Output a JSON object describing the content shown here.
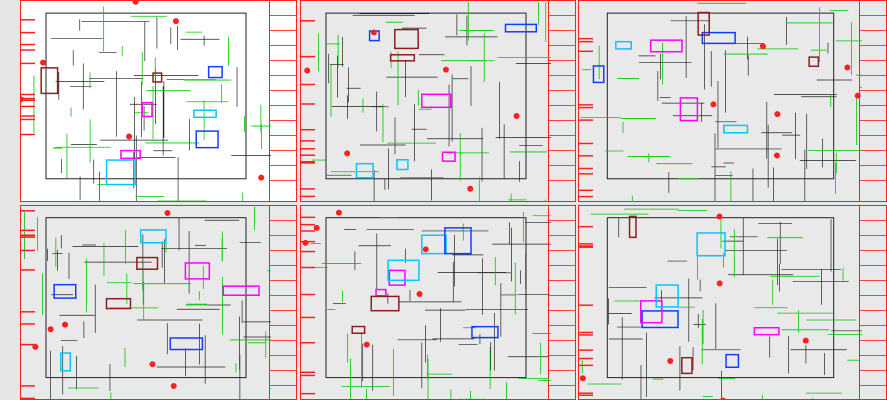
{
  "colors": {
    "background": "#e6e6e6",
    "border": "#ff2020",
    "plan_lines": "#222222",
    "dimension": "#00c800",
    "accent_magenta": "#ff00ff",
    "accent_blue": "#1040ff",
    "accent_cyan": "#00c8ff",
    "hatch": "#8b2020"
  },
  "sheets": [
    {
      "id": "sheet-floor-plan-1",
      "kind": "floor plan"
    },
    {
      "id": "sheet-floor-plan-2",
      "kind": "floor plan"
    },
    {
      "id": "sheet-elevation",
      "kind": "elevation"
    },
    {
      "id": "sheet-details-1",
      "kind": "details"
    },
    {
      "id": "sheet-ceiling-plan",
      "kind": "ceiling plan"
    },
    {
      "id": "sheet-details-2",
      "kind": "details"
    }
  ]
}
